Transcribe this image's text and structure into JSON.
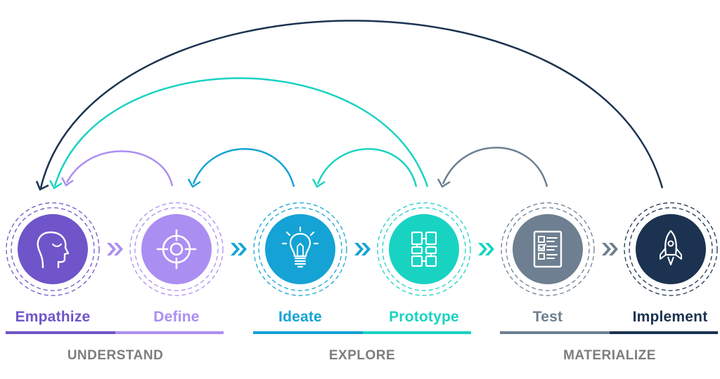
{
  "stages": [
    {
      "label": "Empathize",
      "color": "#6f55c9",
      "icon": "head-profile-icon"
    },
    {
      "label": "Define",
      "color": "#ab8ef2",
      "icon": "target-crosshair-icon"
    },
    {
      "label": "Ideate",
      "color": "#14a3d4",
      "icon": "lightbulb-icon"
    },
    {
      "label": "Prototype",
      "color": "#19d3c2",
      "icon": "wireframe-blocks-icon"
    },
    {
      "label": "Test",
      "color": "#6d7f90",
      "icon": "checklist-icon"
    },
    {
      "label": "Implement",
      "color": "#1b3350",
      "icon": "rocket-icon"
    }
  ],
  "groups": [
    {
      "label": "UNDERSTAND"
    },
    {
      "label": "EXPLORE"
    },
    {
      "label": "MATERIALIZE"
    }
  ],
  "feedback_loops": [
    {
      "from": "Define",
      "to": "Empathize",
      "color": "#ab8ef2"
    },
    {
      "from": "Ideate",
      "to": "Define",
      "color": "#14a3d4"
    },
    {
      "from": "Prototype",
      "to": "Ideate",
      "color": "#19d3c2"
    },
    {
      "from": "Test",
      "to": "Prototype",
      "color": "#6d7f90"
    },
    {
      "from": "Prototype",
      "to": "Empathize",
      "color": "#19d3c2"
    },
    {
      "from": "Implement",
      "to": "Empathize",
      "color": "#1b3350"
    }
  ]
}
